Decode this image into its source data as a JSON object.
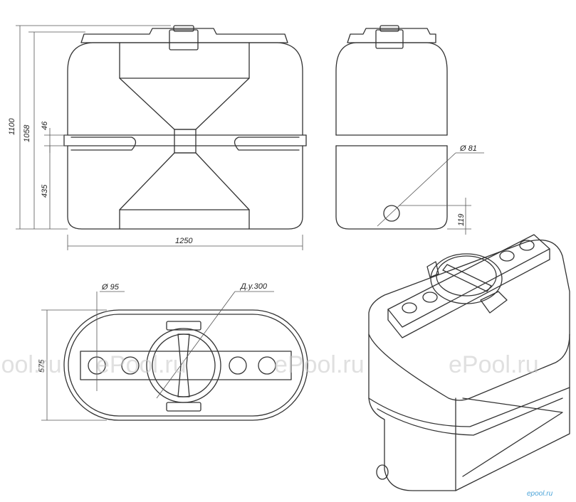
{
  "dimensions": {
    "height_total": "1100",
    "height_body": "1058",
    "band_height": "46",
    "band_position": "435",
    "width": "1250",
    "outlet_diameter": "Ø 81",
    "outlet_height": "119",
    "port_diameter": "Ø 95",
    "depth": "575",
    "hatch": "Д.у.300"
  },
  "watermarks": [
    "ePool.ru",
    "ePool.ru",
    "ePool.ru",
    "ePool.ru"
  ],
  "brand": "epool.ru",
  "colors": {
    "line": "#333333",
    "watermark": "#c8c8c8",
    "brand": "#4aa3d8"
  }
}
